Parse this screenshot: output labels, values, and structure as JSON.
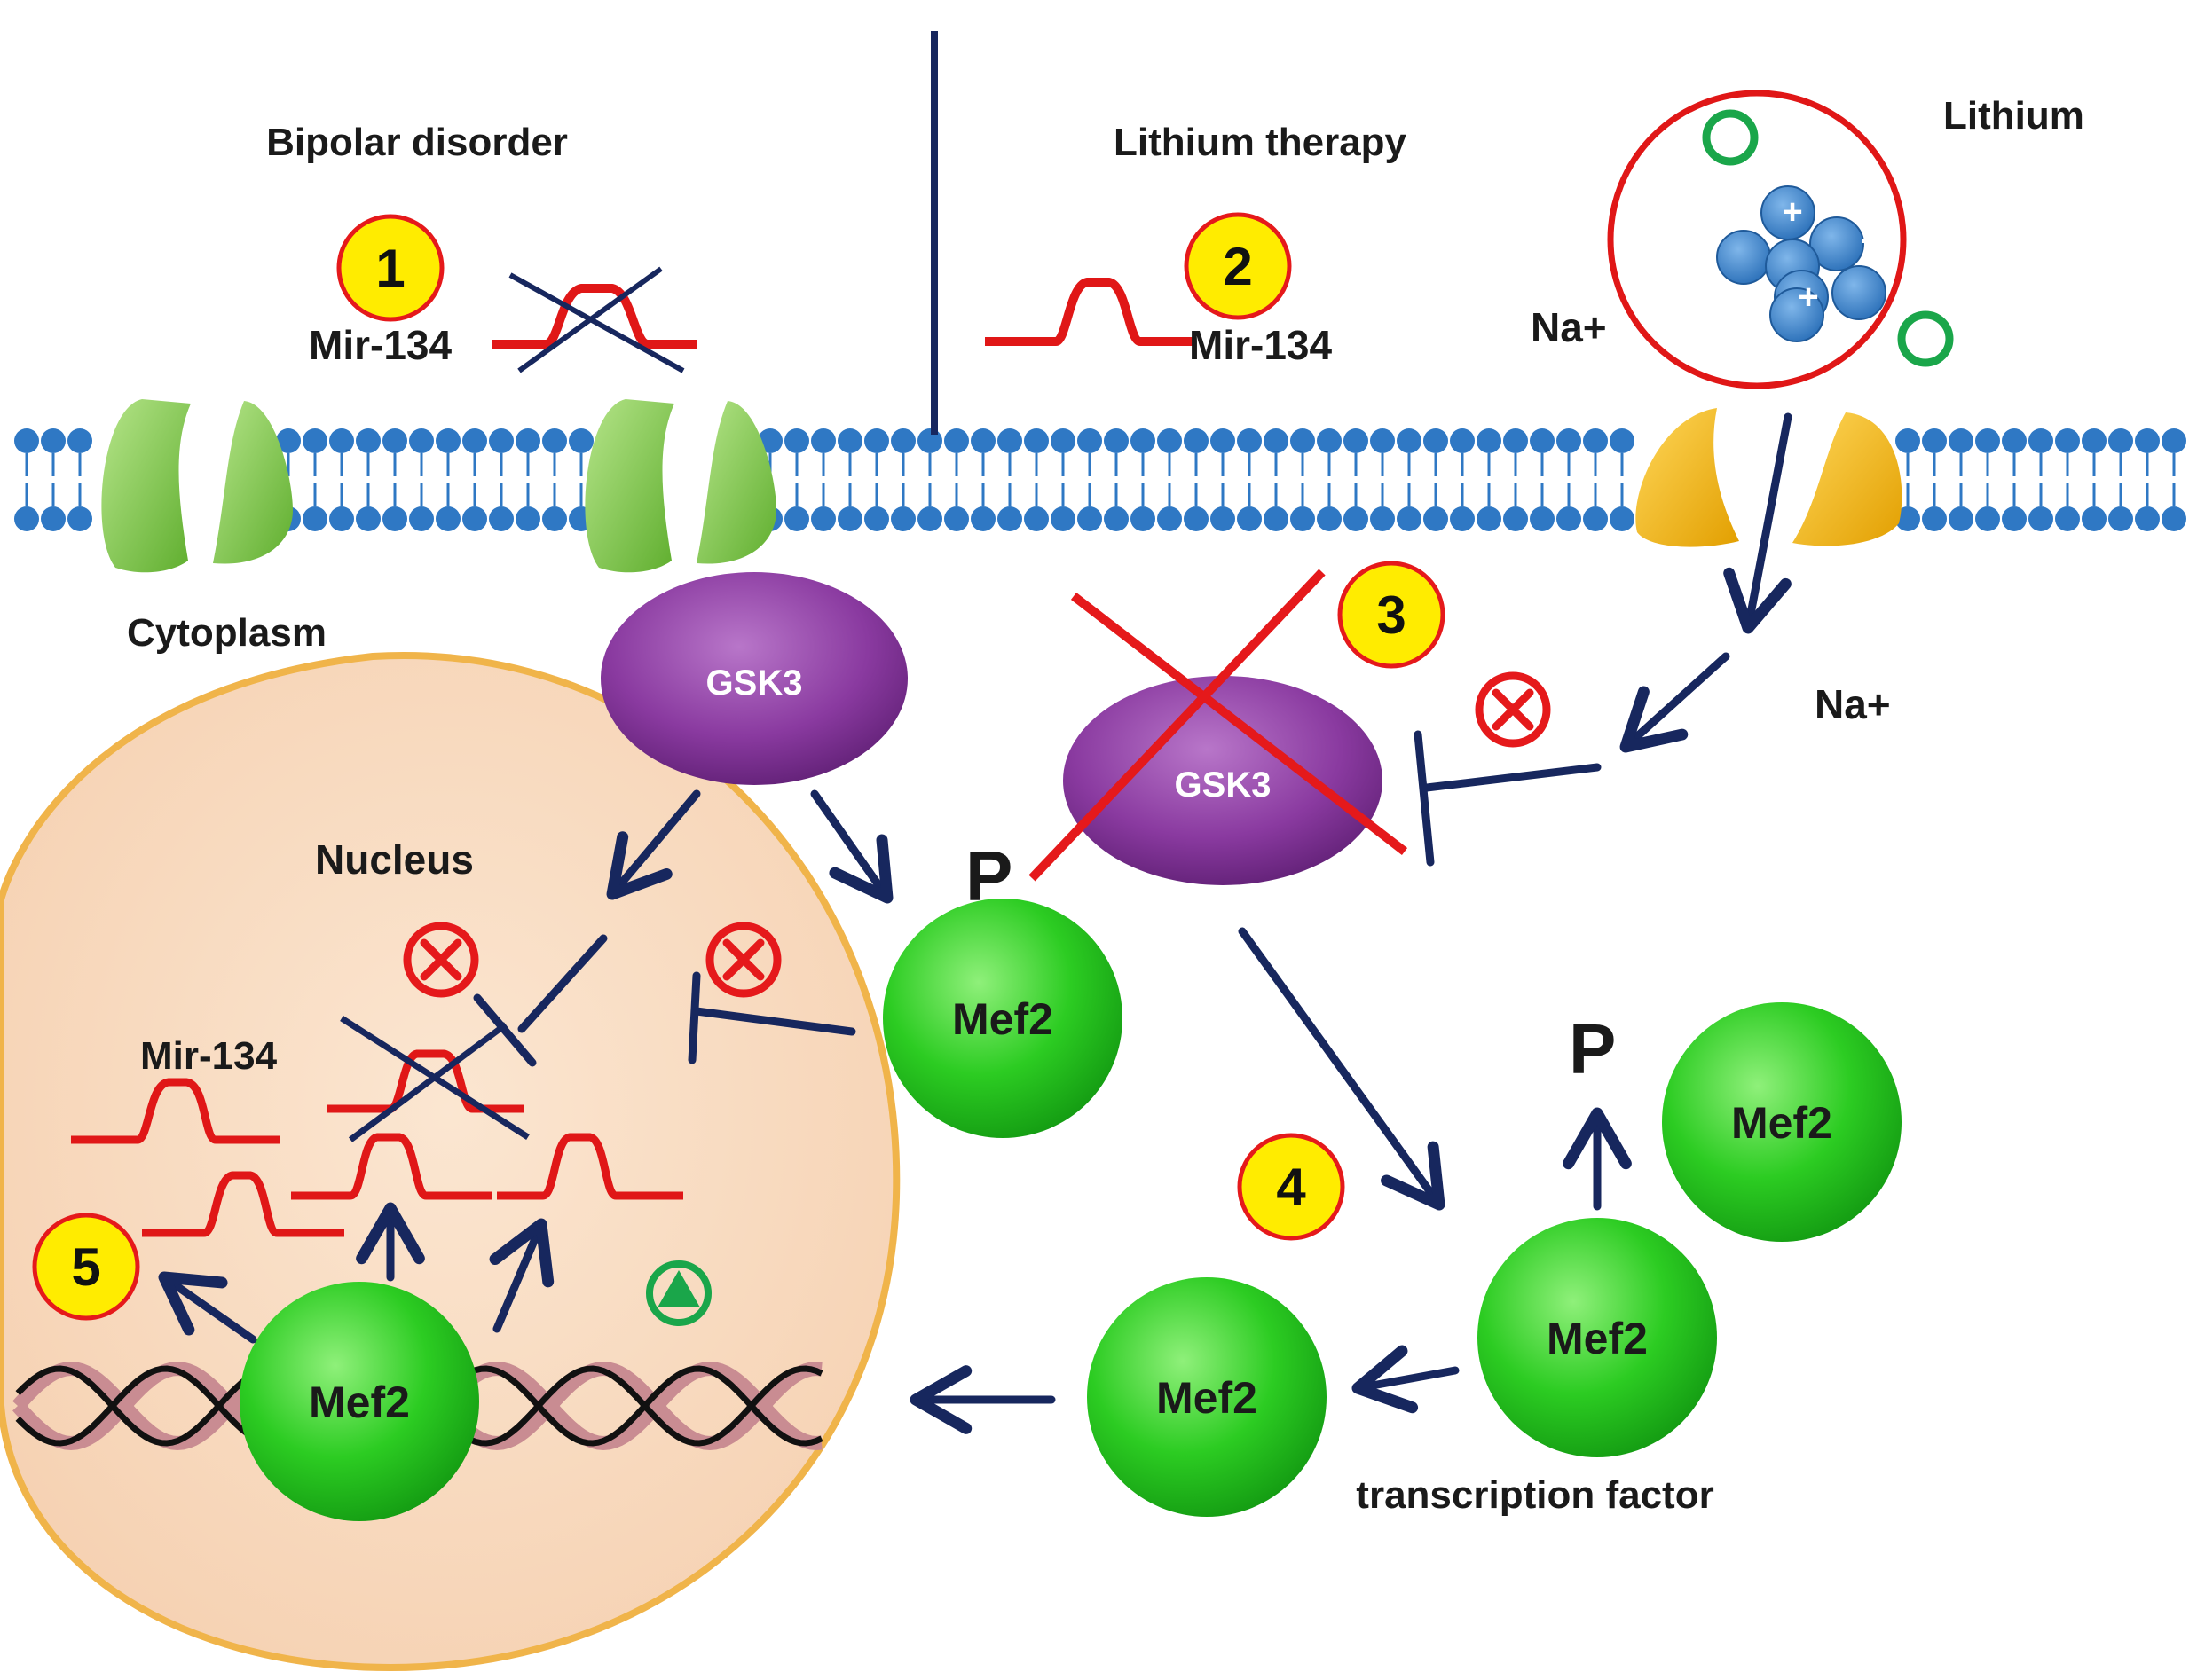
{
  "labels": {
    "bipolar_disorder": "Bipolar disorder",
    "lithium_therapy": "Lithium therapy",
    "lithium": "Lithium",
    "na_top": "Na+",
    "na_right": "Na+",
    "cytoplasm": "Cytoplasm",
    "nucleus": "Nucleus",
    "mir134_left": "Mir-134",
    "mir134_right": "Mir-134",
    "mir134_nucleus": "Mir-134",
    "gsk3_active": "GSK3",
    "gsk3_inhibited": "GSK3",
    "p_top": "P",
    "p_right": "P",
    "mef2_phos": "Mef2",
    "mef2_free": "Mef2",
    "mef2_tf": "Mef2",
    "mef2_mid": "Mef2",
    "mef2_nucleus": "Mef2",
    "transcription_factor": "transcription factor",
    "ion_plus": "+"
  },
  "steps": [
    "1",
    "2",
    "3",
    "4",
    "5"
  ],
  "colors": {
    "membrane": "#2f78c4",
    "channel_green": "#7cc24a",
    "channel_yellow": "#f2b616",
    "gsk3_purple": "#8a3aa0",
    "mef2_green": "#22c21f",
    "arrow_navy": "#17275e",
    "mirna_red": "#e01717",
    "nucleus_fill": "#f9dcc2",
    "nucleus_border": "#f0b44a",
    "step_badge": "#ffec00",
    "inhibit_red": "#e5191b",
    "activate_green": "#1aa64a"
  },
  "icons": [
    "inhibit-icon",
    "activate-icon",
    "cross-out-icon",
    "step-badge"
  ]
}
